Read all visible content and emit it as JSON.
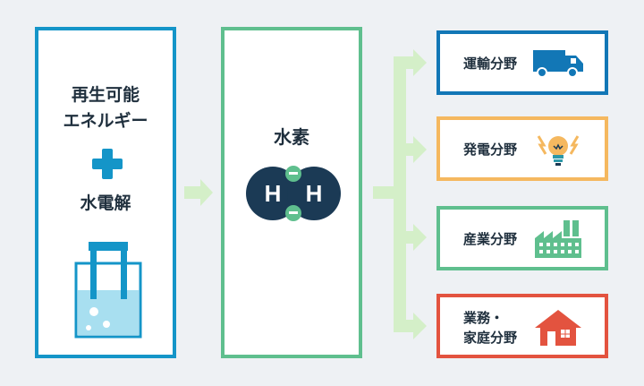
{
  "source": {
    "line1": "再生可能",
    "line2": "エネルギー",
    "line3": "水電解"
  },
  "hydrogen": {
    "title": "水素",
    "atom_left": "H",
    "atom_right": "H"
  },
  "targets": [
    {
      "label": "運輸分野",
      "color": "#1277b6",
      "icon": "truck-icon"
    },
    {
      "label": "発電分野",
      "color": "#f5b85f",
      "icon": "lightbulb-icon"
    },
    {
      "label": "産業分野",
      "color": "#5fbf8e",
      "icon": "factory-icon"
    },
    {
      "label1": "業務・",
      "label2": "家庭分野",
      "color": "#e3533f",
      "icon": "house-icon"
    }
  ],
  "colors": {
    "source": "#1495c8",
    "hydrogen": "#5fbf8e",
    "arrow": "#d4efc8",
    "plus": "#1495c8",
    "molecule": "#1b3a55"
  }
}
